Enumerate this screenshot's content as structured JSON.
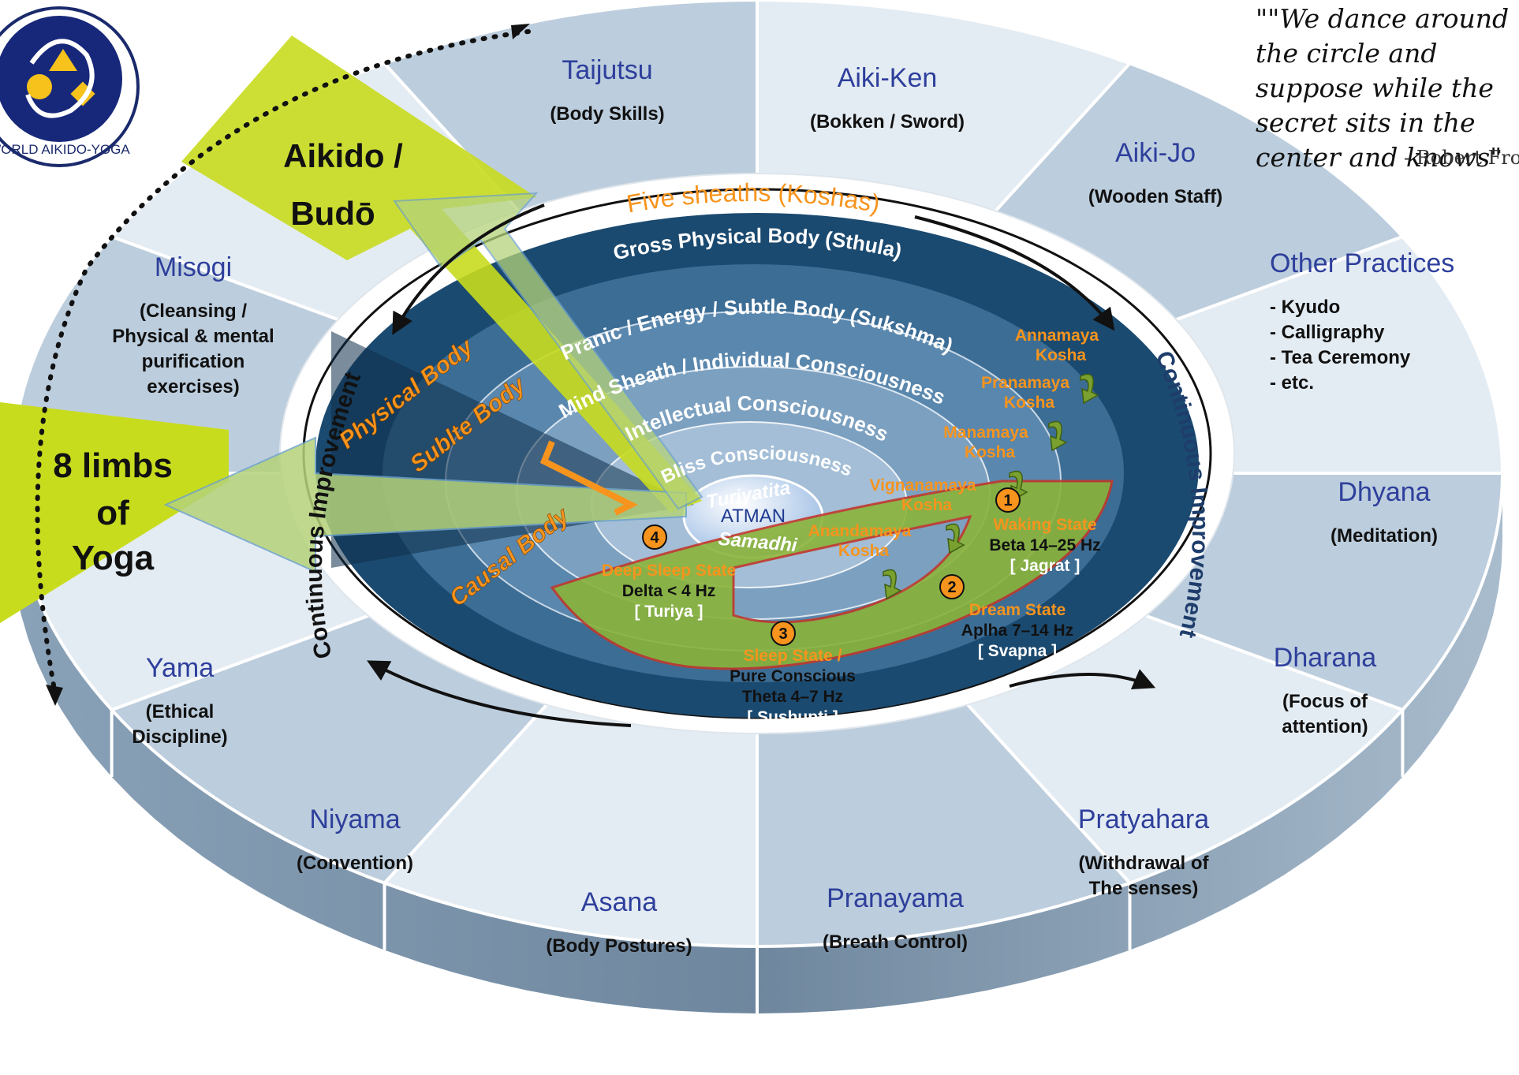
{
  "logo": {
    "text": "WORLD AIKIDO-YOGA"
  },
  "quote": {
    "text": "\"\"We dance around the circle and suppose while the secret sits in the center and knows\"",
    "author": "- Robert Frost"
  },
  "outer_segments": [
    {
      "title": "Taijutsu",
      "sub": [
        "(Body Skills)"
      ]
    },
    {
      "title": "Aiki-Ken",
      "sub": [
        "(Bokken / Sword)"
      ]
    },
    {
      "title": "Aiki-Jo",
      "sub": [
        "(Wooden Staff)"
      ]
    },
    {
      "title": "Other Practices",
      "sub": [
        "- Kyudo",
        "- Calligraphy",
        "- Tea Ceremony",
        "- etc."
      ]
    },
    {
      "title": "Dhyana",
      "sub": [
        "(Meditation)"
      ]
    },
    {
      "title": "Dharana",
      "sub": [
        "(Focus of",
        "attention)"
      ]
    },
    {
      "title": "Pratyahara",
      "sub": [
        "(Withdrawal of",
        "The senses)"
      ]
    },
    {
      "title": "Pranayama",
      "sub": [
        "(Breath Control)"
      ]
    },
    {
      "title": "Asana",
      "sub": [
        "(Body Postures)"
      ]
    },
    {
      "title": "Niyama",
      "sub": [
        "(Convention)"
      ]
    },
    {
      "title": "Yama",
      "sub": [
        "(Ethical",
        "Discipline)"
      ]
    },
    {
      "title": "Misogi",
      "sub": [
        "(Cleansing /",
        "Physical & mental",
        "purification",
        "exercises)"
      ]
    }
  ],
  "callouts": {
    "aikido": [
      "Aikido /",
      "Budō"
    ],
    "yoga": [
      "8 limbs",
      "of",
      "Yoga"
    ]
  },
  "ring": {
    "five_sheaths": "Five sheaths (Koshas)",
    "continuous_left": "Continuous Improvement",
    "continuous_right": "Continuous Improvement"
  },
  "sheaths": [
    "Gross Physical Body (Sthula)",
    "Pranic / Energy / Subtle Body (Sukshma)",
    "Mind Sheath / Individual Consciousness",
    "Intellectual Consciousness",
    "Bliss Consciousness"
  ],
  "bodies": [
    "Physical Body",
    "Sublte Body",
    "Causal Body"
  ],
  "center": {
    "line1": "Turiyatita",
    "line2": "ATMAN",
    "line3": "Samadhi"
  },
  "koshas": [
    [
      "Annamaya",
      "Kosha"
    ],
    [
      "Pranamaya",
      "Kosha"
    ],
    [
      "Manamaya",
      "Kosha"
    ],
    [
      "Vignanamaya",
      "Kosha"
    ],
    [
      "Anandamaya",
      "Kosha"
    ]
  ],
  "states": [
    {
      "num": "1",
      "name": "Waking State",
      "freq": "Beta 14–25 Hz",
      "tag": "[ Jagrat ]"
    },
    {
      "num": "2",
      "name": "Dream State",
      "freq": "Aplha 7–14 Hz",
      "tag": "[ Svapna ]"
    },
    {
      "num": "3",
      "name": "Sleep State /",
      "extra": "Pure Conscious",
      "freq": "Theta 4–7 Hz",
      "tag": "[ Sushupti ]"
    },
    {
      "num": "4",
      "name": "Deep Sleep State",
      "freq": "Delta < 4 Hz",
      "tag": "[ Turiya ]"
    }
  ],
  "colors": {
    "segment_light": "#e4ecf3",
    "segment_mid": "#bccddd",
    "segment_side": "#7d96ae",
    "sheath_dark": "#1e4d74",
    "sheath_light": "#7fa0bd",
    "title_blue": "#2e3f9c",
    "orange": "#f7941d",
    "lime": "#c8dc1e",
    "green_arc": "#8ab33a"
  }
}
